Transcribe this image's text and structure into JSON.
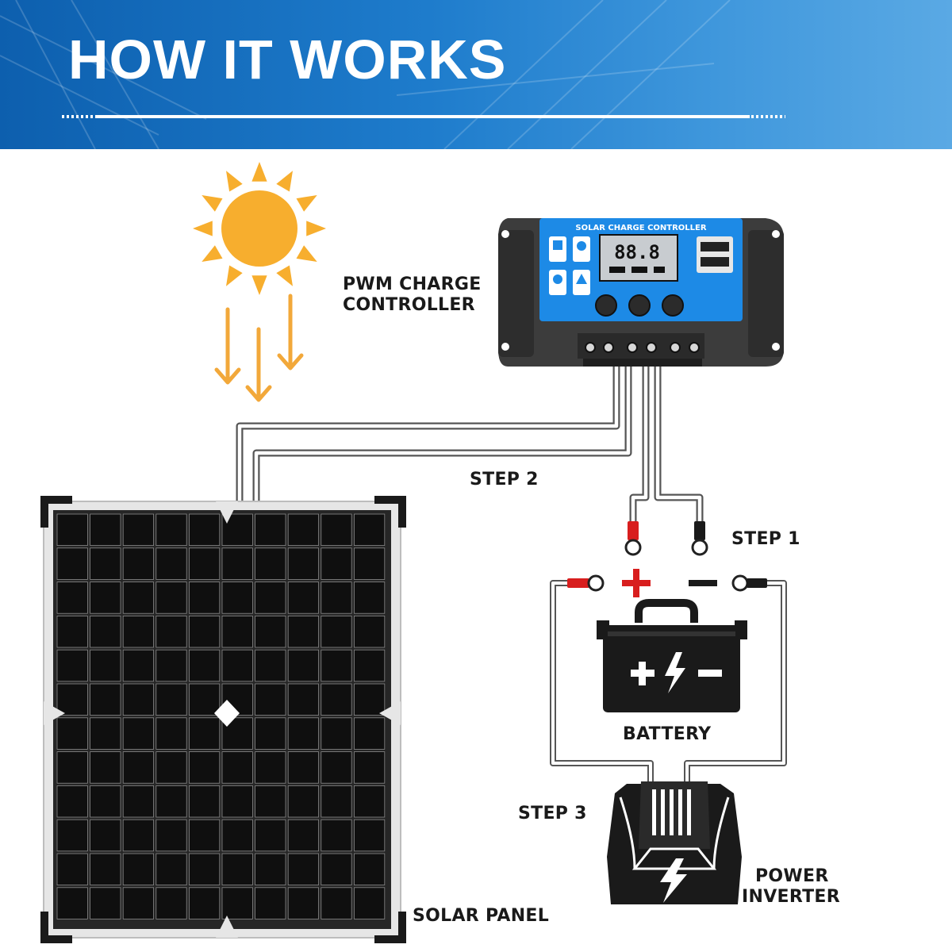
{
  "header": {
    "title": "HOW IT WORKS"
  },
  "labels": {
    "controller_line1": "PWM CHARGE",
    "controller_line2": "CONTROLLER",
    "step1": "STEP 1",
    "step2": "STEP 2",
    "step3": "STEP 3",
    "battery": "BATTERY",
    "solar_panel": "SOLAR PANEL",
    "inverter_line1": "POWER",
    "inverter_line2": "INVERTER"
  },
  "controller": {
    "title": "SOLAR CHARGE CONTROLLER",
    "display": "88.8"
  },
  "colors": {
    "header_blue": "#1e7ccc",
    "sun_orange": "#f5a623",
    "controller_blue": "#1d8ae6",
    "positive_red": "#d81e1e",
    "battery_black": "#1a1a1a"
  },
  "icons": [
    "sun-icon",
    "sunlight-arrow-icon",
    "battery-icon",
    "lightning-bolt-icon",
    "usb-port-icon"
  ]
}
